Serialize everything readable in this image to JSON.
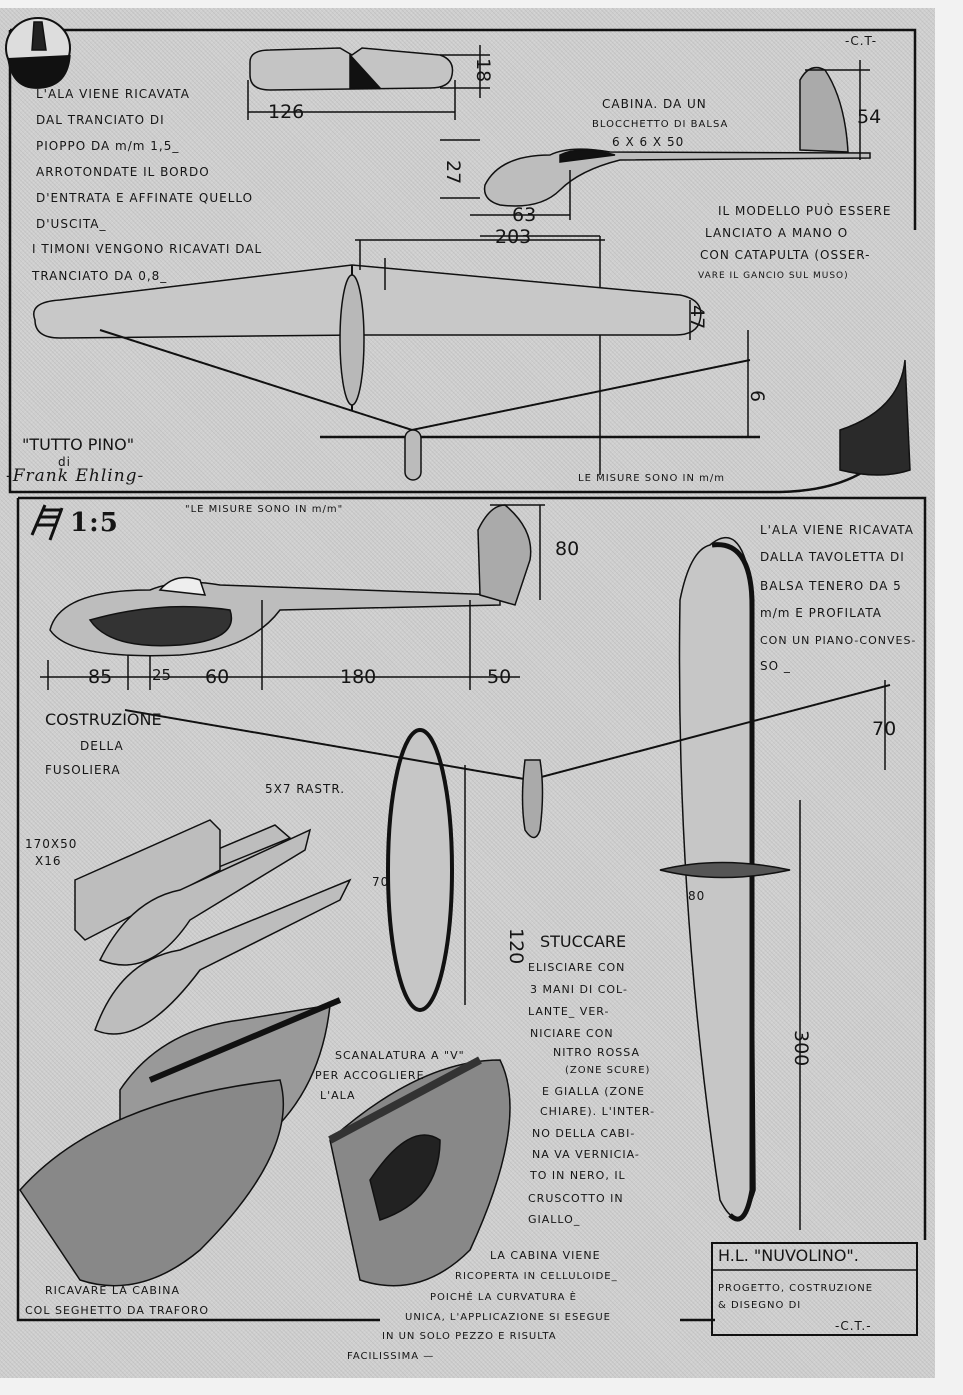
{
  "top_panel": {
    "notes_left": [
      "L'ALA VIENE RICAVATA",
      "DAL TRANCIATO DI",
      "PIOPPO DA m/m 1,5_",
      "ARROTONDATE IL BORDO",
      "D'ENTRATA E AFFINATE QUELLO",
      "D'USCITA_",
      "I TIMONI VENGONO RICAVATI DAL",
      "TRANCIATO DA 0,8_"
    ],
    "cabin_note": [
      "CABINA. DA UN",
      "BLOCCHETTO DI BALSA",
      "6 X 6 X 50"
    ],
    "launch_note": [
      "IL MODELLO PUÒ ESSERE",
      "LANCIATO A MANO O",
      "CON CATAPULTA (OSSER-",
      "VARE IL GANCIO SUL MUSO)"
    ],
    "dimensions": {
      "stab_span": "126",
      "stab_chord": "18",
      "fin_height": "54",
      "body_height": "27",
      "nose": "63",
      "length": "203",
      "wing_chord": "47",
      "dihedral": "6"
    },
    "initials": "-C.T-",
    "model_title": "\"TUTTO PINO\"",
    "by": "di",
    "author": "-Frank Ehling-",
    "units_note": "LE MISURE SONO IN m/m"
  },
  "bottom_panel": {
    "scale": "1:5",
    "units_note": "\"LE MISURE SONO IN m/m\"",
    "wing_note": [
      "L'ALA VIENE RICAVATA",
      "DALLA TAVOLETTA DI",
      "BALSA TENERO DA 5",
      "m/m E PROFILATA",
      "CON UN PIANO-CONVES-",
      "SO _"
    ],
    "dimensions": {
      "fin": "80",
      "d85": "85",
      "d25": "25",
      "d60": "60",
      "d180": "180",
      "d50": "50",
      "dihedral": "70",
      "stab_chord": "70",
      "wing_chord": "80",
      "stab_span": "120",
      "wing_span": "300"
    },
    "construction_title": "COSTRUZIONE",
    "construction_sub": [
      "DELLA",
      "FUSOLIERA"
    ],
    "strip_label": "5X7 RASTR.",
    "block_label": [
      "170X50",
      "X16"
    ],
    "finish_title": "STUCCARE",
    "finish_note": [
      "ELISCIARE CON",
      "3 MANI DI COL-",
      "LANTE_ VER-",
      "NICIARE CON",
      "NITRO ROSSA",
      "(ZONE SCURE)",
      "E GIALLA (ZONE",
      "CHIARE). L'INTER-",
      "NO DELLA CABI-",
      "NA VA VERNICIA-",
      "TO IN NERO, IL",
      "CRUSCOTTO IN",
      "GIALLO_"
    ],
    "groove_note": [
      "SCANALATURA A \"V\"",
      "PER ACCOGLIERE",
      "L'ALA"
    ],
    "cut_note": [
      "RICAVARE LA CABINA",
      "COL SEGHETTO DA TRAFORO"
    ],
    "canopy_note": [
      "LA CABINA VIENE",
      "RICOPERTA IN CELLULOIDE_",
      "POICHÉ LA CURVATURA È",
      "UNICA, L'APPLICAZIONE SI ESEGUE",
      "IN UN SOLO PEZZO E RISULTA",
      "FACILISSIMA —"
    ],
    "title_box": {
      "title": "H.L. \"NUVOLINO\".",
      "credit": [
        "PROGETTO, COSTRUZIONE",
        "& DISEGNO DI"
      ],
      "signature": "-C.T.-"
    }
  }
}
